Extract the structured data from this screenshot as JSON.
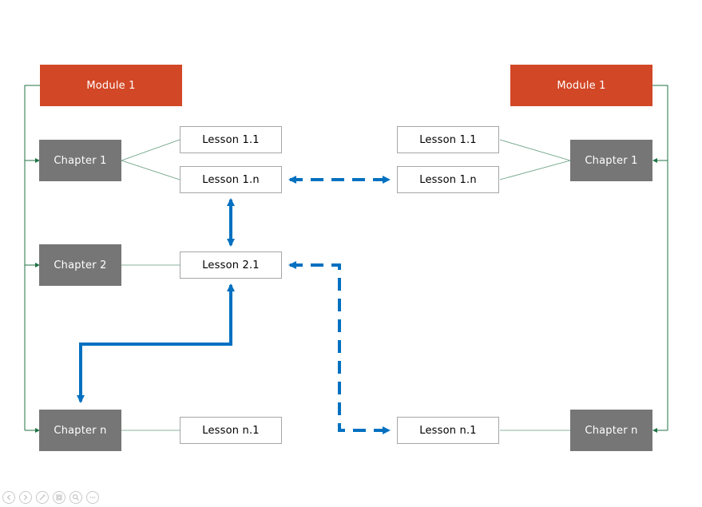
{
  "left_tree": {
    "module": "Module 1",
    "chapters": [
      "Chapter 1",
      "Chapter 2",
      "Chapter n"
    ],
    "lessons": [
      "Lesson 1.1",
      "Lesson 1.n",
      "Lesson 2.1",
      "Lesson n.1"
    ]
  },
  "right_tree": {
    "module": "Module 1",
    "chapters": [
      "Chapter 1",
      "Chapter n"
    ],
    "lessons": [
      "Lesson 1.1",
      "Lesson 1.n",
      "Lesson n.1"
    ]
  },
  "colors": {
    "module": "#d24726",
    "chapter": "#767676",
    "tree_line": "#217346",
    "link_arrow": "#0070c0"
  },
  "slideshow_controls": [
    "previous-icon",
    "next-icon",
    "pen-icon",
    "slides-icon",
    "zoom-icon",
    "more-options-icon"
  ]
}
